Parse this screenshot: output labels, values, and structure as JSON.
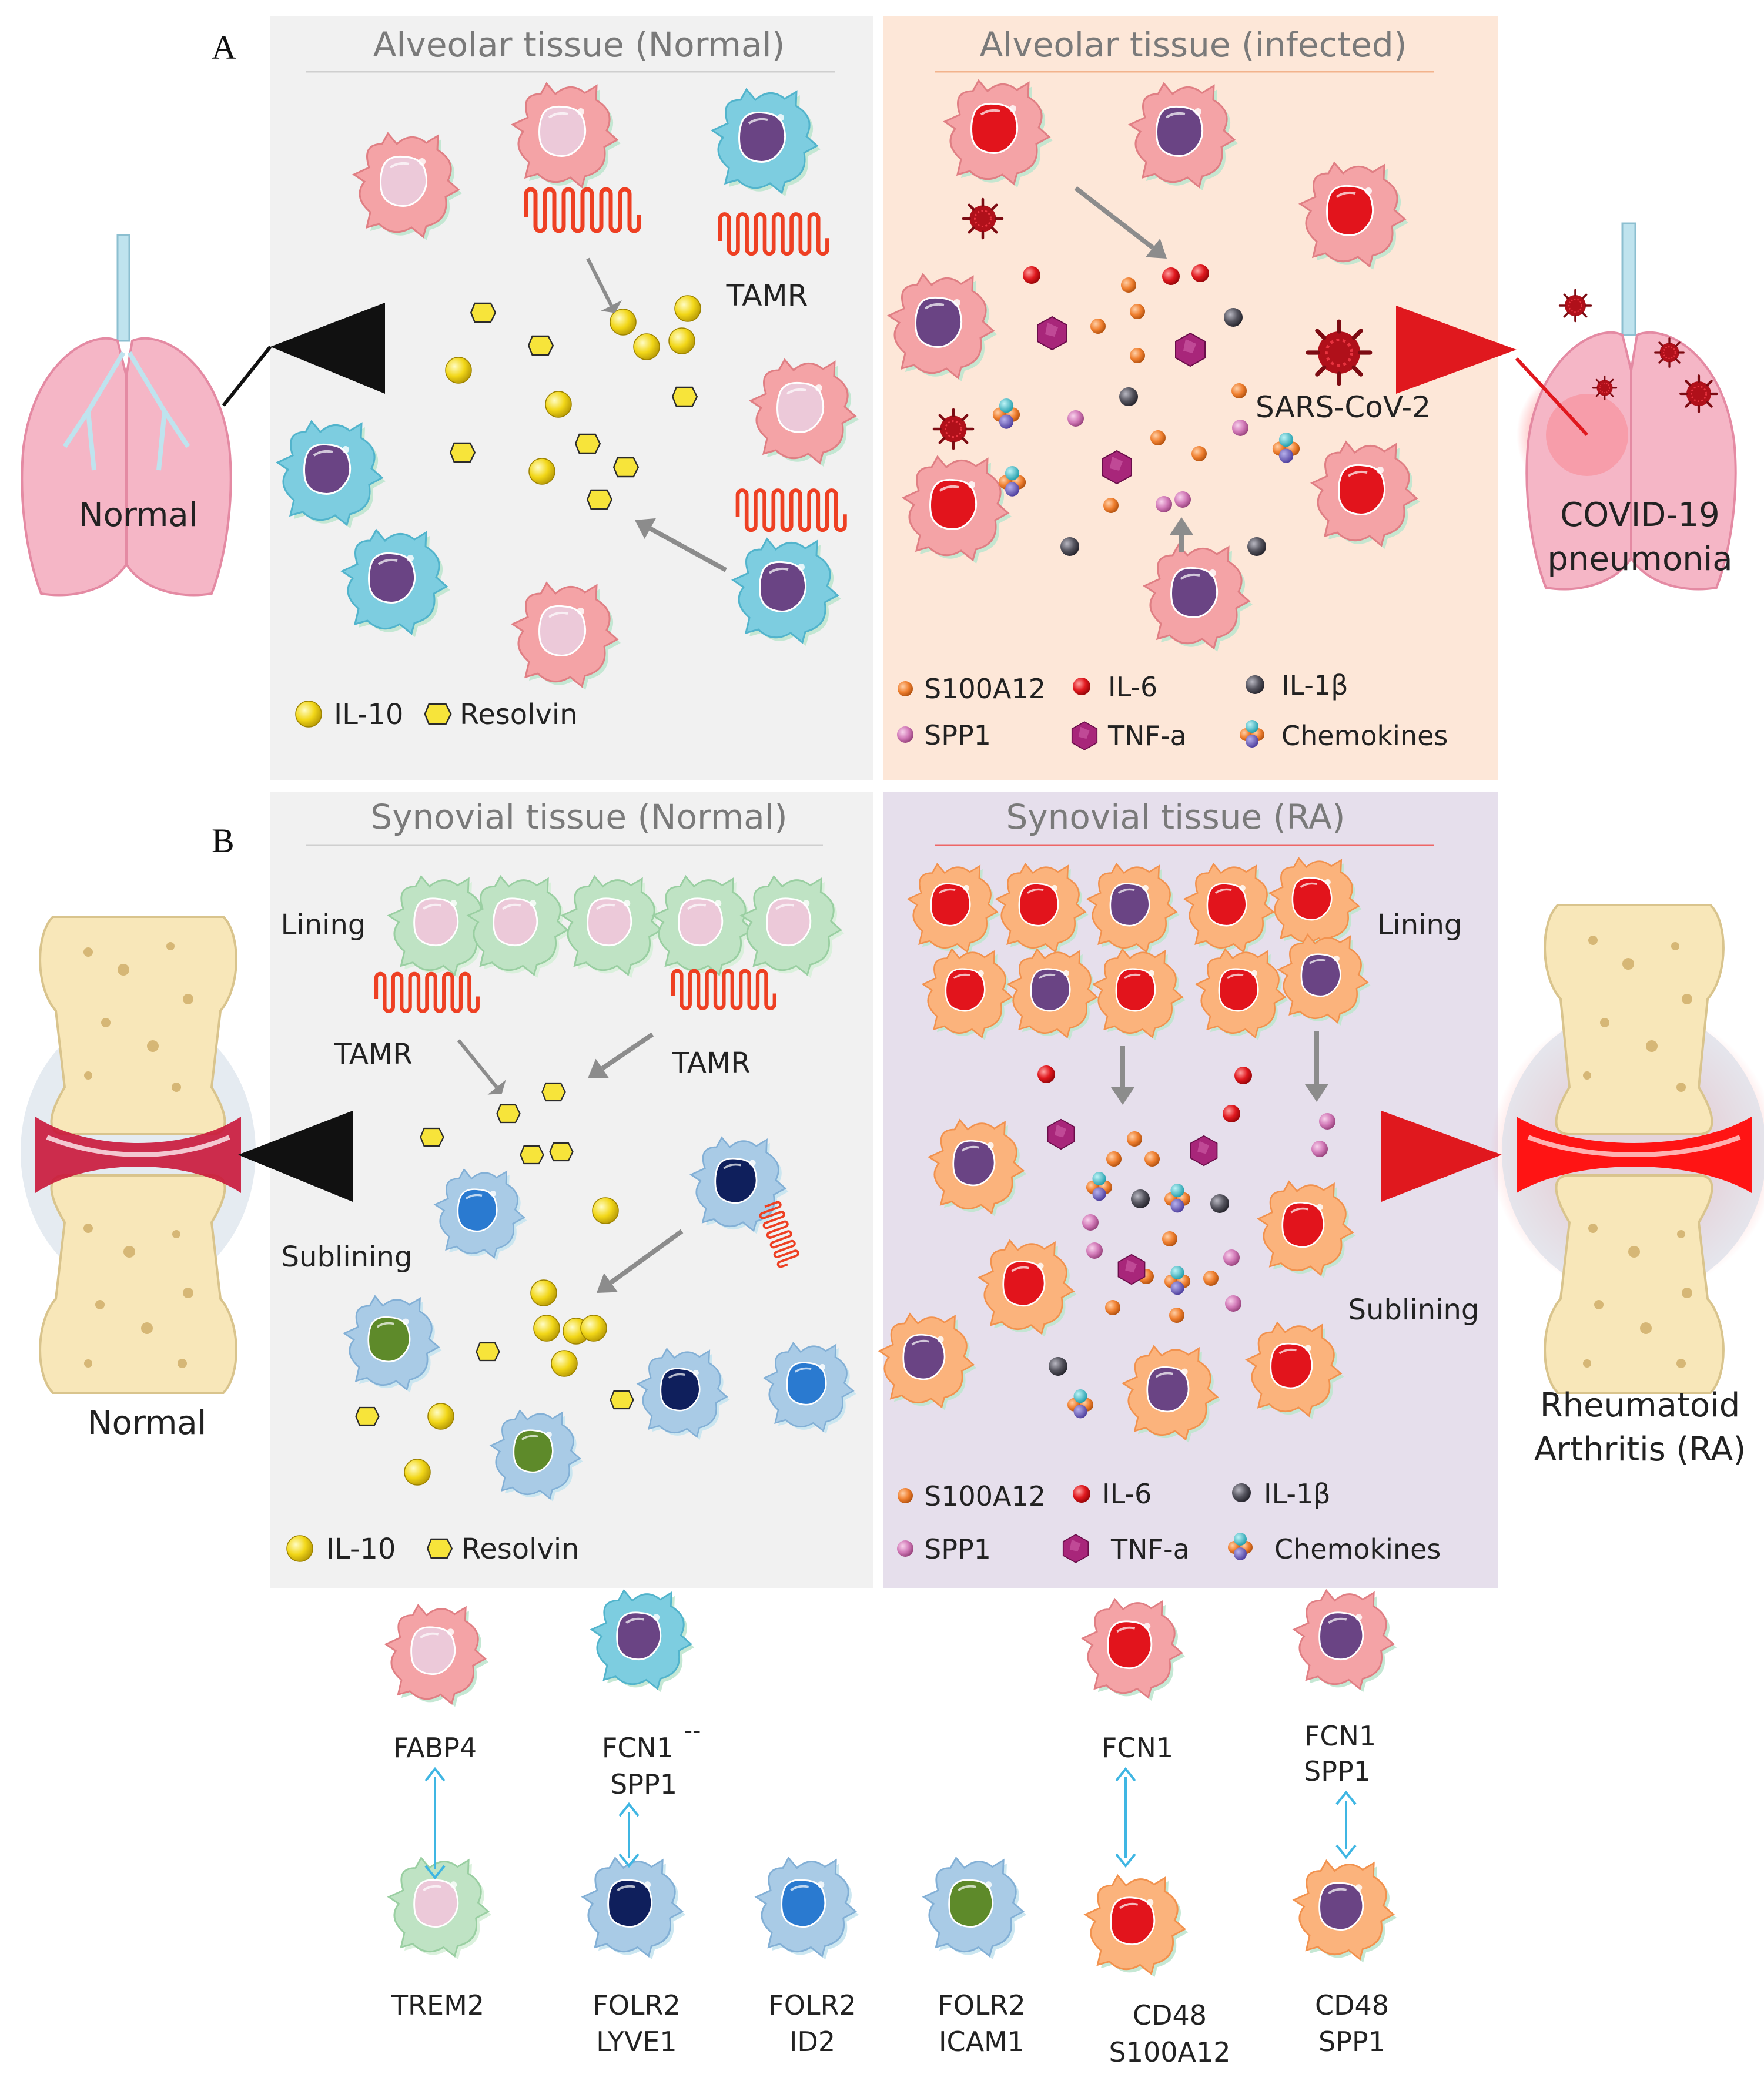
{
  "panel_a": {
    "letter": "A",
    "normal": {
      "title": "Alveolar tissue (Normal)",
      "organ_label": "Normal",
      "receptor_label": "TAMR",
      "legend": [
        "IL-10",
        "Resolvin"
      ]
    },
    "infected": {
      "title": "Alveolar tissue (infected)",
      "organ_label_line1": "COVID-19",
      "organ_label_line2": "pneumonia",
      "virus_label": "SARS-CoV-2",
      "legend_row1": [
        "S100A12",
        "IL-6",
        "IL-1β"
      ],
      "legend_row2": [
        "SPP1",
        "TNF-a",
        "Chemokines"
      ]
    }
  },
  "panel_b": {
    "letter": "B",
    "normal": {
      "title": "Synovial tissue (Normal)",
      "organ_label": "Normal",
      "lining_label": "Lining",
      "sublining_label": "Sublining",
      "receptor_label": "TAMR",
      "legend": [
        "IL-10",
        "Resolvin"
      ]
    },
    "ra": {
      "title": "Synovial tissue (RA)",
      "organ_label_line1": "Rheumatoid",
      "organ_label_line2": "Arthritis (RA)",
      "lining_label": "Lining",
      "sublining_label": "Sublining",
      "legend_row1": [
        "S100A12",
        "IL-6",
        "IL-1β"
      ],
      "legend_row2": [
        "SPP1",
        "TNF-a",
        "Chemokines"
      ]
    }
  },
  "bottom_key": {
    "top_row": [
      {
        "line1": "FABP4",
        "line2": ""
      },
      {
        "line1": "FCN1",
        "line2": "SPP1",
        "superscript": "--"
      },
      {
        "line1": "FCN1",
        "line2": ""
      },
      {
        "line1": "FCN1",
        "line2": "SPP1"
      }
    ],
    "bottom_row": [
      {
        "line1": "TREM2",
        "line2": ""
      },
      {
        "line1": "FOLR2",
        "line2": "LYVE1"
      },
      {
        "line1": "FOLR2",
        "line2": "ID2"
      },
      {
        "line1": "FOLR2",
        "line2": "ICAM1"
      },
      {
        "line1": "CD48",
        "line2": "S100A12"
      },
      {
        "line1": "CD48",
        "line2": "SPP1"
      }
    ]
  },
  "colors": {
    "panel_normal_bg": "#f1f1f1",
    "panel_infected_bg": "#fde7d8",
    "panel_ra_bg": "#e6dfec",
    "il10_yellow": "#f2d718",
    "s100a12_orange": "#f08030",
    "il6_red": "#e0181e",
    "il1b_dark": "#55545e",
    "spp1_pink": "#d27ab8",
    "tnfa_magenta": "#a8267a",
    "receptor_red": "#ee4023",
    "arrow_cyan": "#3fb6e3"
  }
}
